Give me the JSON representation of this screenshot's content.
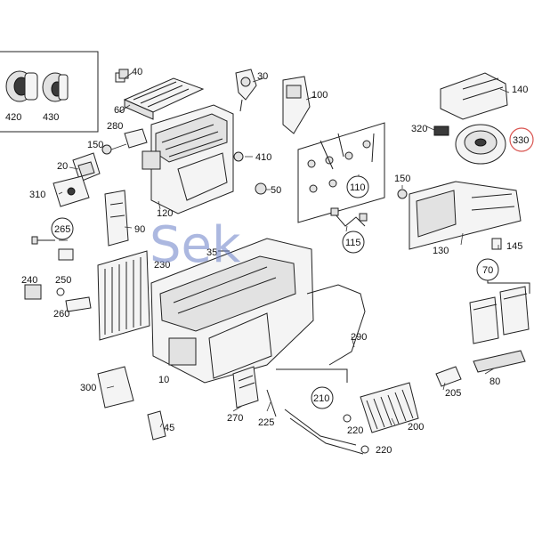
{
  "parts": {
    "p420": "420",
    "p430": "430",
    "p40": "40",
    "p30": "30",
    "p100": "100",
    "p60": "60",
    "p280": "280",
    "p150a": "150",
    "p20": "20",
    "p310": "310",
    "p410": "410",
    "p50": "50",
    "p120": "120",
    "p90": "90",
    "p110": "110",
    "p140": "140",
    "p320": "320",
    "p330": "330",
    "p150b": "150",
    "p130": "130",
    "p145": "145",
    "p265": "265",
    "p35": "35",
    "p230": "230",
    "p115": "115",
    "p240": "240",
    "p250": "250",
    "p260": "260",
    "p70": "70",
    "p300": "300",
    "p290": "290",
    "p10": "10",
    "p80": "80",
    "p270": "270",
    "p225": "225",
    "p210": "210",
    "p205": "205",
    "p200": "200",
    "p45": "45",
    "p220a": "220",
    "p220b": "220"
  },
  "watermark": {
    "text": "Sek"
  },
  "colors": {
    "highlight_ring": "#d9534f",
    "watermark": "#6a7fc8"
  }
}
